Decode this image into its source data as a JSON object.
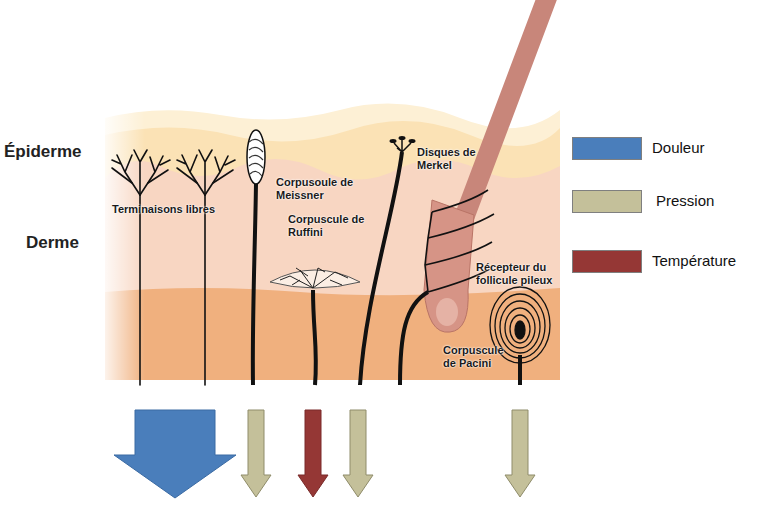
{
  "diagram": {
    "labels": [
      "Épiderme",
      "Derme",
      "Terminaisons libres",
      "Corpusoule de Meissner",
      "Corpuscule de Ruffini",
      "Disques de Merkel",
      "Récepteur du follicule pileux",
      "Corpuscule de Pacini"
    ],
    "legend": [
      {
        "text": "Douleur",
        "color": "#4a7ebb"
      },
      {
        "text": "Pression",
        "color": "#c4c09a"
      },
      {
        "text": "Température",
        "color": "#953735"
      }
    ]
  }
}
